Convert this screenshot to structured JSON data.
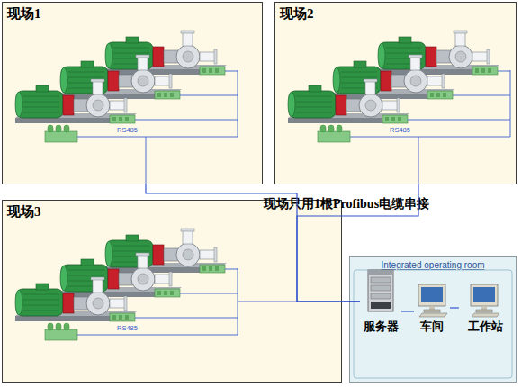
{
  "diagram": {
    "nodes": [
      {
        "text": [
          "现场1"
        ]
      },
      {
        "text": [
          "现场2"
        ]
      },
      {
        "text": [
          "现场3"
        ]
      },
      {
        "text": [
          "Integrated operating room"
        ]
      },
      {
        "text": [
          "服务器"
        ],
        "in": 3
      },
      {
        "text": [
          "车间"
        ],
        "in": 3
      },
      {
        "text": [
          "工作站"
        ],
        "in": 3
      }
    ],
    "edges": [
      {
        "from": 0,
        "to": 4,
        "arrow": "none"
      },
      {
        "from": 1,
        "to": 4,
        "arrow": "none"
      },
      {
        "from": 2,
        "to": 4,
        "arrow": "none"
      },
      {
        "from": 4,
        "to": 5,
        "arrow": "none"
      },
      {
        "from": 5,
        "to": 6,
        "arrow": "none"
      }
    ],
    "labels": [
      "RS485",
      "RS485",
      "现场只用1根Profibus电缆串接",
      "RS485"
    ]
  }
}
